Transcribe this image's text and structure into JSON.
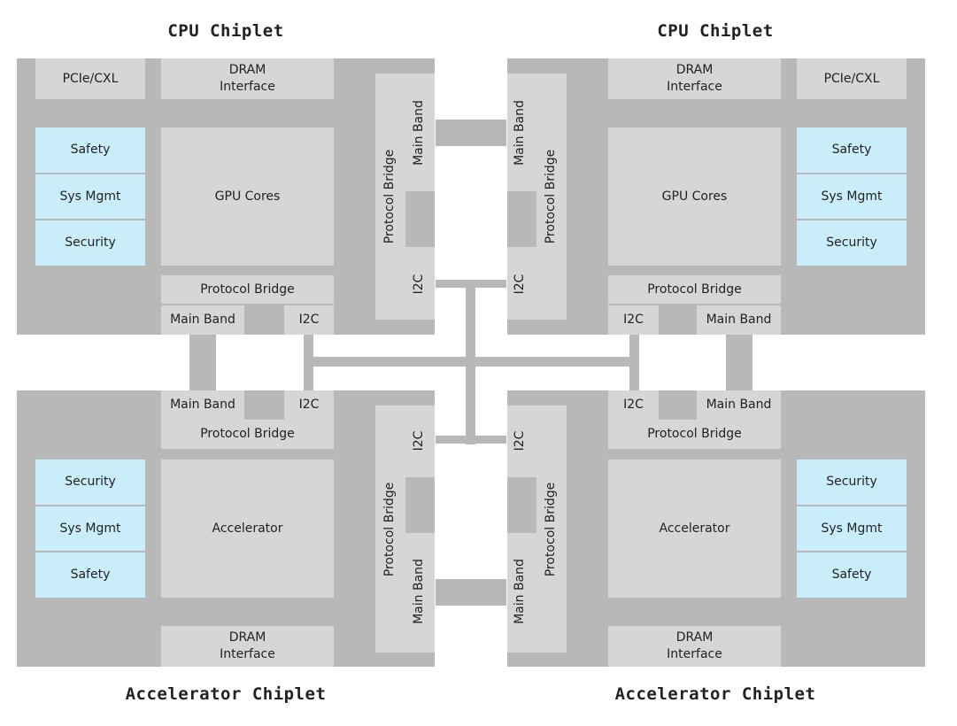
{
  "titles": {
    "top_left": "CPU Chiplet",
    "top_right": "CPU Chiplet",
    "bottom_left": "Accelerator Chiplet",
    "bottom_right": "Accelerator Chiplet"
  },
  "blocks": {
    "pcie": "PCIe/CXL",
    "dram": "DRAM\nInterface",
    "gpu": "GPU Cores",
    "accelerator": "Accelerator",
    "safety": "Safety",
    "sysmgmt": "Sys Mgmt",
    "security": "Security",
    "protocol_bridge": "Protocol Bridge",
    "main_band": "Main Band",
    "i2c": "I2C"
  },
  "colors": {
    "chiplet": "#b8b8b8",
    "block": "#d6d6d6",
    "highlight": "#c9eef9"
  }
}
